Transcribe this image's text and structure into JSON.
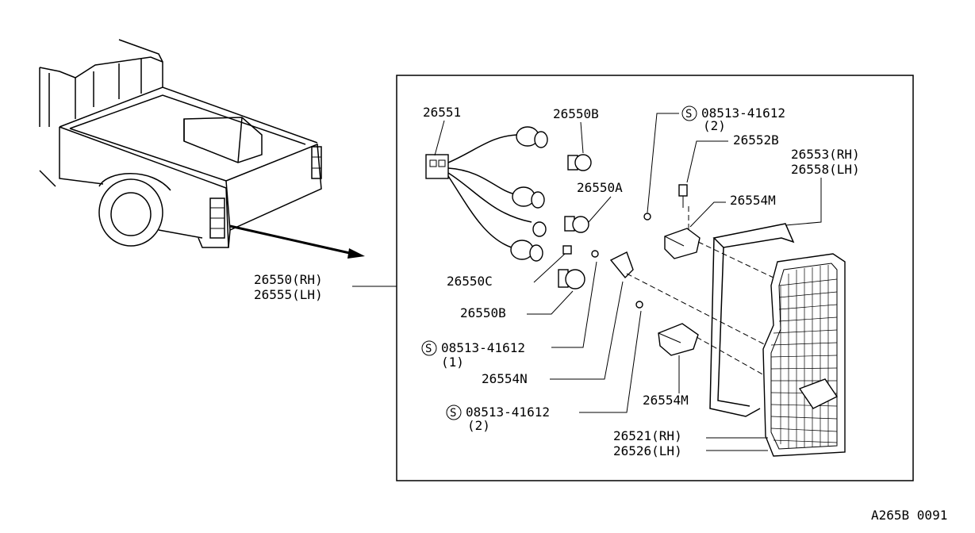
{
  "diagram": {
    "callouts": {
      "assy_rh": "26550(RH)",
      "assy_lh": "26555(LH)",
      "harness": "26551",
      "bulb_b_top": "26550B",
      "bulb_a": "26550A",
      "bulb_c": "26550C",
      "bulb_b_bottom": "26550B",
      "screw_top": "08513-41612",
      "screw_top_qty": "(2)",
      "screw_mid": "08513-41612",
      "screw_mid_qty": "(1)",
      "screw_bottom": "08513-41612",
      "screw_bottom_qty": "(2)",
      "screw_symbol": "S",
      "nut": "26552B",
      "lamp_body_rh": "26553(RH)",
      "lamp_body_lh": "26558(LH)",
      "bracket_m_top": "26554M",
      "bracket_n": "26554N",
      "bracket_m_bottom": "26554M",
      "lens_rh": "26521(RH)",
      "lens_lh": "26526(LH)"
    },
    "figure_code": "A265B 0091"
  }
}
